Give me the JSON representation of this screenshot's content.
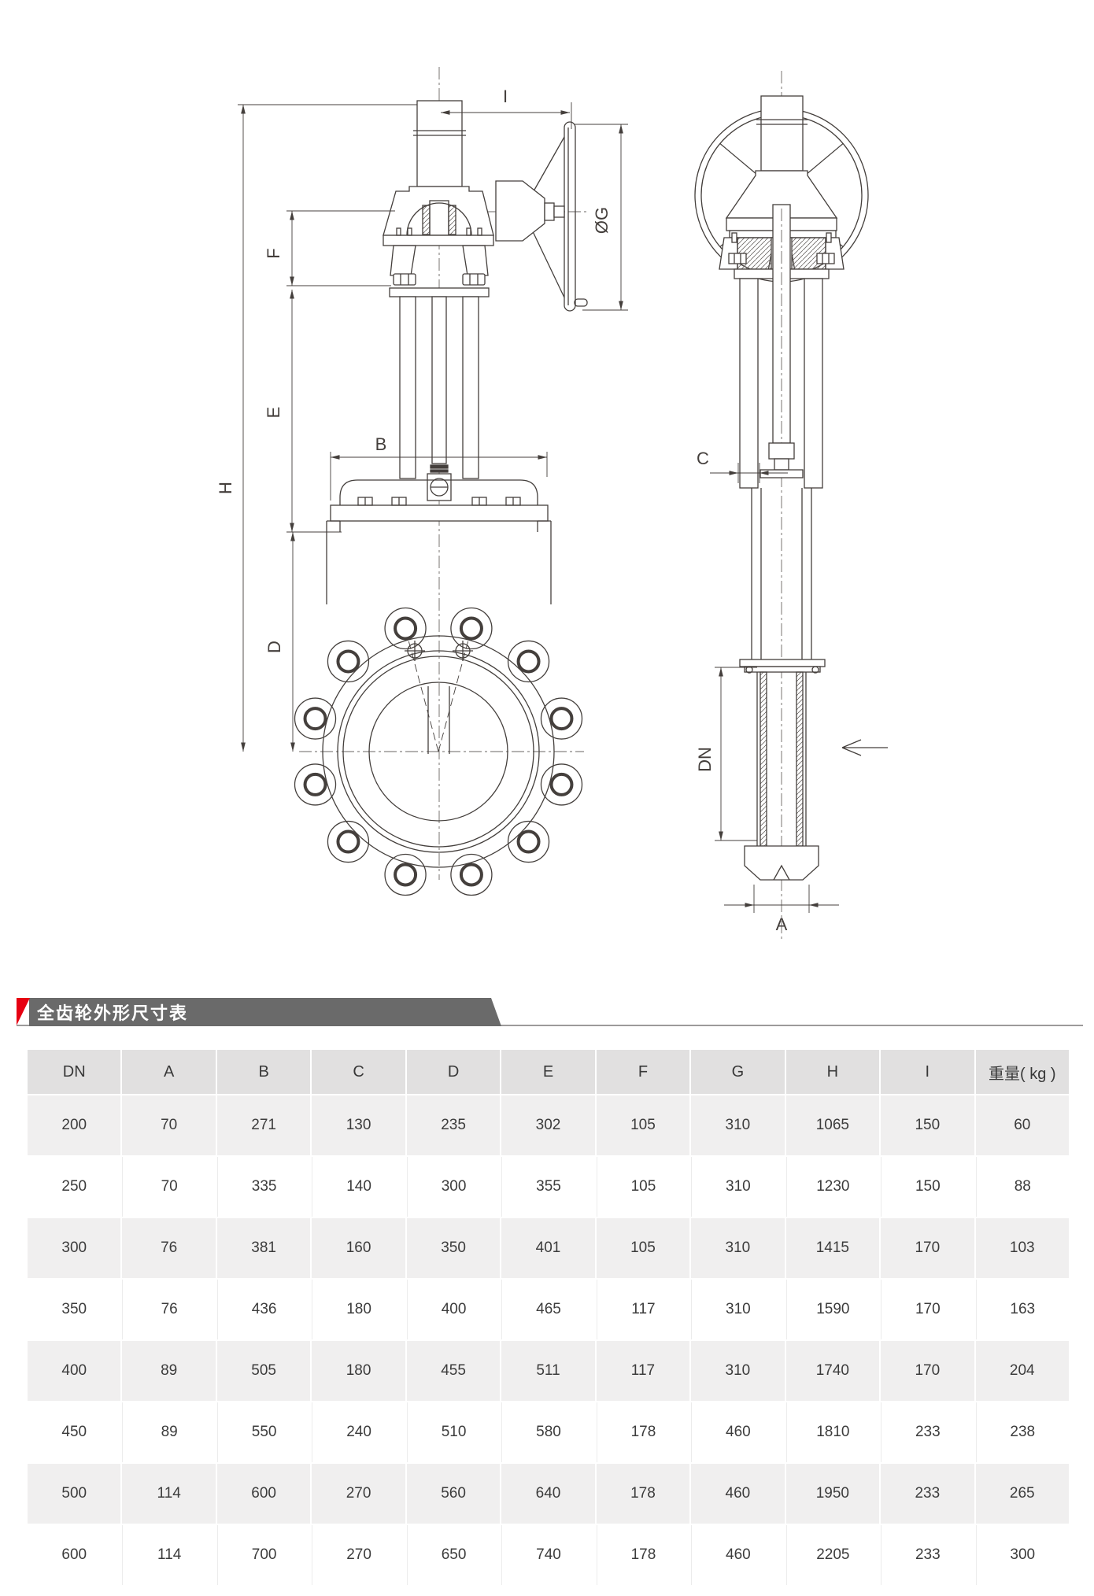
{
  "banner": {
    "title": "全齿轮外形尺寸表",
    "accent_color": "#e60012",
    "bar_color": "#6a6a6a"
  },
  "drawing": {
    "front_view_labels": {
      "H": "H",
      "E": "E",
      "F": "F",
      "D": "D",
      "B": "B",
      "I": "I",
      "G": "ØG"
    },
    "side_view_labels": {
      "C": "C",
      "DN": "DN",
      "A": "A"
    }
  },
  "table": {
    "columns": [
      "DN",
      "A",
      "B",
      "C",
      "D",
      "E",
      "F",
      "G",
      "H",
      "I",
      "重量( kg )"
    ],
    "rows": [
      [
        "200",
        "70",
        "271",
        "130",
        "235",
        "302",
        "105",
        "310",
        "1065",
        "150",
        "60"
      ],
      [
        "250",
        "70",
        "335",
        "140",
        "300",
        "355",
        "105",
        "310",
        "1230",
        "150",
        "88"
      ],
      [
        "300",
        "76",
        "381",
        "160",
        "350",
        "401",
        "105",
        "310",
        "1415",
        "170",
        "103"
      ],
      [
        "350",
        "76",
        "436",
        "180",
        "400",
        "465",
        "117",
        "310",
        "1590",
        "170",
        "163"
      ],
      [
        "400",
        "89",
        "505",
        "180",
        "455",
        "511",
        "117",
        "310",
        "1740",
        "170",
        "204"
      ],
      [
        "450",
        "89",
        "550",
        "240",
        "510",
        "580",
        "178",
        "460",
        "1810",
        "233",
        "238"
      ],
      [
        "500",
        "114",
        "600",
        "270",
        "560",
        "640",
        "178",
        "460",
        "1950",
        "233",
        "265"
      ],
      [
        "600",
        "114",
        "700",
        "270",
        "650",
        "740",
        "178",
        "460",
        "2205",
        "233",
        "300"
      ]
    ]
  }
}
